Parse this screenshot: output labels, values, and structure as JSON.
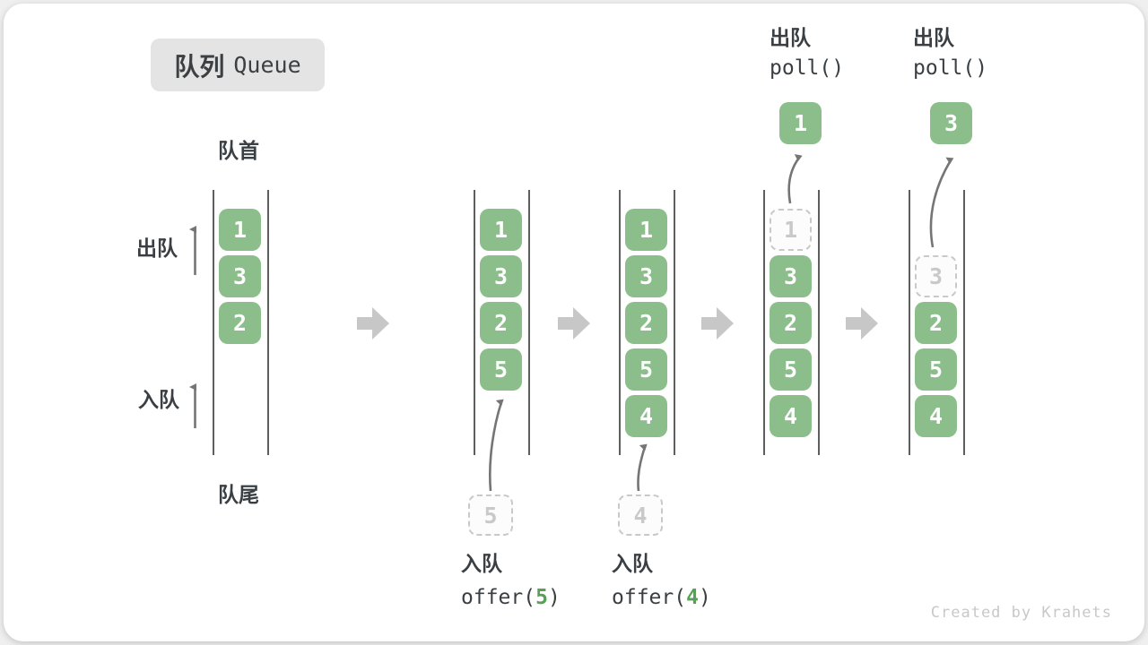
{
  "title": {
    "zh": "队列",
    "en": "Queue"
  },
  "labels": {
    "front": "队首",
    "rear": "队尾",
    "dequeue_side": "出队",
    "enqueue_side": "入队"
  },
  "columns": [
    {
      "slots": [
        {
          "slot": 0,
          "value": "1",
          "state": "filled"
        },
        {
          "slot": 1,
          "value": "3",
          "state": "filled"
        },
        {
          "slot": 2,
          "value": "2",
          "state": "filled"
        }
      ]
    },
    {
      "slots": [
        {
          "slot": 0,
          "value": "1",
          "state": "filled"
        },
        {
          "slot": 1,
          "value": "3",
          "state": "filled"
        },
        {
          "slot": 2,
          "value": "2",
          "state": "filled"
        },
        {
          "slot": 3,
          "value": "5",
          "state": "filled"
        }
      ],
      "pending": {
        "value": "5",
        "label": "入队",
        "code_pre": "offer(",
        "arg": "5",
        "code_post": ")"
      }
    },
    {
      "slots": [
        {
          "slot": 0,
          "value": "1",
          "state": "filled"
        },
        {
          "slot": 1,
          "value": "3",
          "state": "filled"
        },
        {
          "slot": 2,
          "value": "2",
          "state": "filled"
        },
        {
          "slot": 3,
          "value": "5",
          "state": "filled"
        },
        {
          "slot": 4,
          "value": "4",
          "state": "filled"
        }
      ],
      "pending": {
        "value": "4",
        "label": "入队",
        "code_pre": "offer(",
        "arg": "4",
        "code_post": ")"
      }
    },
    {
      "slots": [
        {
          "slot": 0,
          "value": "1",
          "state": "dashed"
        },
        {
          "slot": 1,
          "value": "3",
          "state": "filled"
        },
        {
          "slot": 2,
          "value": "2",
          "state": "filled"
        },
        {
          "slot": 3,
          "value": "5",
          "state": "filled"
        },
        {
          "slot": 4,
          "value": "4",
          "state": "filled"
        }
      ],
      "dequeued": {
        "value": "1",
        "label": "出队",
        "code": "poll()"
      }
    },
    {
      "slots": [
        {
          "slot": 1,
          "value": "3",
          "state": "dashed"
        },
        {
          "slot": 2,
          "value": "2",
          "state": "filled"
        },
        {
          "slot": 3,
          "value": "5",
          "state": "filled"
        },
        {
          "slot": 4,
          "value": "4",
          "state": "filled"
        }
      ],
      "dequeued": {
        "value": "3",
        "label": "出队",
        "code": "poll()"
      }
    }
  ],
  "icons": {
    "transition": "right-block-arrow",
    "flow": "up-arrow"
  },
  "colors": {
    "item_green": "#8CBE8C",
    "arg_green": "#55a255",
    "block_arrow_gray": "#c7c7c7",
    "thin_arrow_gray": "#757575",
    "dashed_gray": "#c9c9c9",
    "text_dark": "#3a3f44",
    "badge_bg": "#e4e4e4"
  },
  "watermark": "Created by Krahets"
}
